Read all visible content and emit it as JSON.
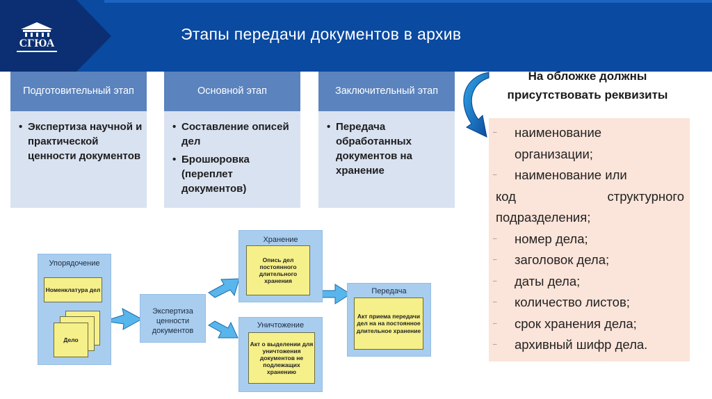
{
  "header": {
    "title": "Этапы передачи документов в архив",
    "logo_text": "СГЮА"
  },
  "stages": [
    {
      "title": "Подготовительный этап",
      "items": [
        "Экспертиза научной и практической ценности документов"
      ]
    },
    {
      "title": "Основной этап",
      "items": [
        "Составление описей дел",
        "Брошюровка (переплет документов)"
      ]
    },
    {
      "title": "Заключительный этап",
      "items": [
        "Передача обработанных документов на хранение"
      ]
    }
  ],
  "requisites": {
    "title": "На обложке должны присутствовать реквизиты",
    "items": [
      "наименование",
      "организации;",
      "наименование или",
      "код структурного",
      "подразделения;",
      "номер дела;",
      "заголовок дела;",
      "даты дела;",
      "количество листов;",
      "срок хранения дела;",
      "архивный шифр дела."
    ]
  },
  "diagram": {
    "ordering": {
      "title": "Упорядочение",
      "nomenclature": "Номенклатура дел",
      "case": "Дело"
    },
    "expertise": {
      "title": "Экспертиза ценности документов"
    },
    "storage": {
      "title": "Хранение",
      "doc": "Опись дел постоянного длительного хранения"
    },
    "destruction": {
      "title": "Уничтожение",
      "doc": "Акт о выделении для уничтожения документов не подлежащих хранению"
    },
    "transfer": {
      "title": "Передача",
      "doc": "Акт приема передачи дел на на постоянное длительное хранение"
    }
  },
  "colors": {
    "header": "#0a4aa0",
    "stage_head": "#5b83bd",
    "stage_body": "#d9e2f1",
    "requisites_bg": "#fbe4d9",
    "diagram_box": "#a9cdee",
    "diagram_doc": "#f6f08a"
  }
}
